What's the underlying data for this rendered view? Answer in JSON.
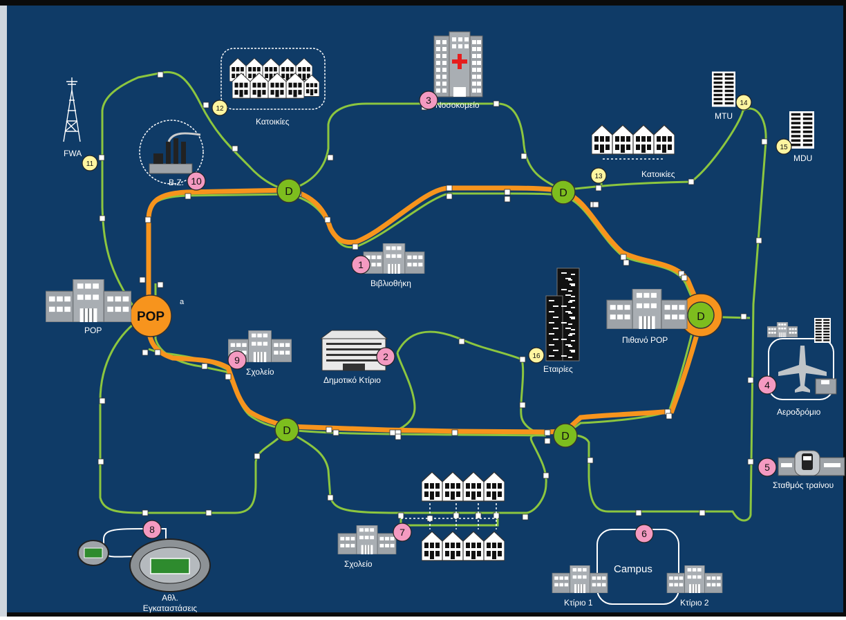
{
  "colors": {
    "background": "#0f3b67",
    "frame": "#0b0b0b",
    "fiber_primary": "#f7941d",
    "fiber_access": "#8cc63f",
    "node_distribution": "#7dbd1e",
    "pop_node": "#f7941d",
    "badge_pink": "#f49ac1",
    "badge_yellow": "#fff5a0",
    "building": "#9ea3a8",
    "window": "#ffffff",
    "label": "#ffffff",
    "hospital_cross": "#e61e1e"
  },
  "nodes": {
    "pop": "POP",
    "pop_note": "a",
    "distribution": "D"
  },
  "sites": [
    {
      "id": "1",
      "label": "Βιβλιοθήκη",
      "badge": "pink"
    },
    {
      "id": "2",
      "label": "Δημοτικό Κτίριο",
      "badge": "pink"
    },
    {
      "id": "3",
      "label": "Νοσοκομείο",
      "badge": "pink"
    },
    {
      "id": "4",
      "label": "Αεροδρόμιο",
      "badge": "pink"
    },
    {
      "id": "5",
      "label": "Σταθμός τραίνου",
      "badge": "pink"
    },
    {
      "id": "6",
      "label": "Campus",
      "badge": "pink"
    },
    {
      "id": "7",
      "label": "Σχολείο",
      "badge": "pink"
    },
    {
      "id": "8",
      "label": "Αθλ. Εγκαταστάσεις",
      "badge": "pink"
    },
    {
      "id": "9",
      "label": "Σχολείο",
      "badge": "pink"
    },
    {
      "id": "10",
      "label": "B.Z.",
      "badge": "pink"
    },
    {
      "id": "11",
      "label": "FWA",
      "badge": "yellow"
    },
    {
      "id": "12",
      "label": "Κατοικίες",
      "badge": "yellow"
    },
    {
      "id": "13",
      "label": "Κατοικίες",
      "badge": "yellow"
    },
    {
      "id": "14",
      "label": "MTU",
      "badge": "yellow"
    },
    {
      "id": "15",
      "label": "MDU",
      "badge": "yellow"
    },
    {
      "id": "16",
      "label": "Εταιρίες",
      "badge": "yellow"
    }
  ],
  "labels": {
    "pop_building": "POP",
    "possible_pop": "Πιθανό POP",
    "campus_building_1": "Κτίριο 1",
    "campus_building_2": "Κτίριο 2",
    "sports_line1": "Αθλ.",
    "sports_line2": "Εγκαταστάσεις",
    "campus_title": "Campus"
  },
  "icons": {
    "tower": "radio-tower-icon",
    "factory": "factory-icon",
    "hospital": "hospital-icon",
    "houses": "houses-icon",
    "office": "office-building-icon",
    "skyscraper": "skyscraper-icon",
    "airplane": "airplane-icon",
    "train": "train-icon",
    "stadium": "stadium-icon"
  }
}
